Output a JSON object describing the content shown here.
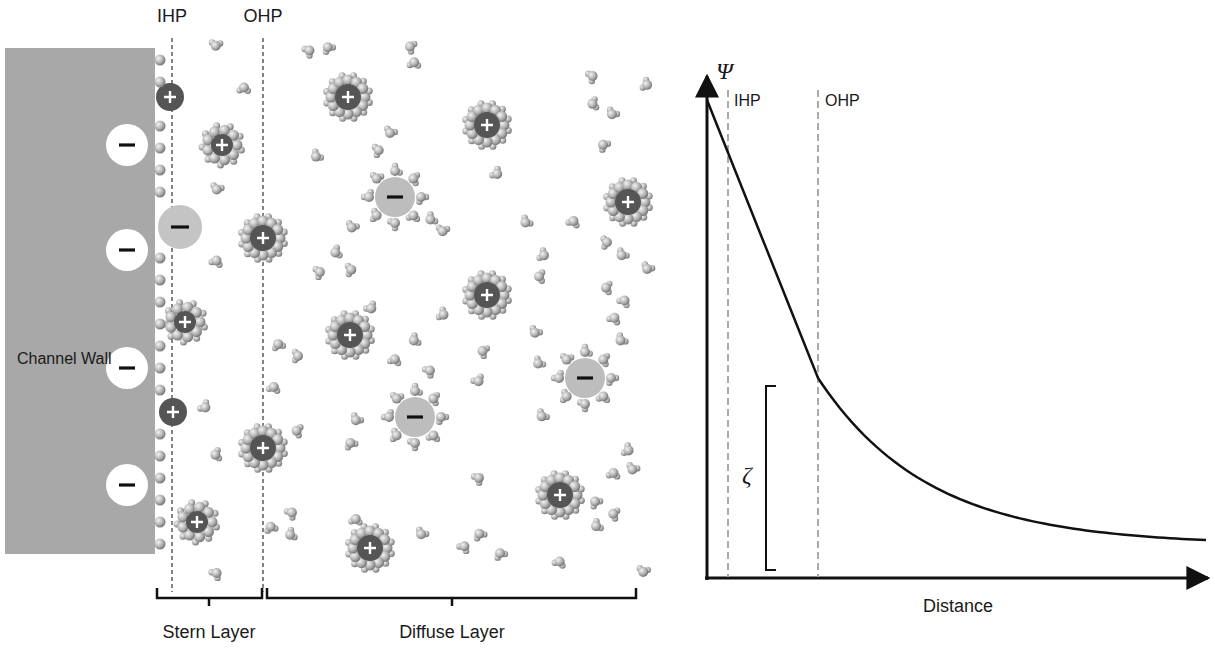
{
  "diagram": {
    "nodes": [
      {
        "text": [
          "Channel Wall"
        ]
      }
    ],
    "labels": [
      "IHP",
      "OHP",
      "Stern Layer",
      "Diffuse Layer",
      "Ψ",
      "IHP",
      "OHP",
      "ζ",
      "Distance"
    ]
  }
}
